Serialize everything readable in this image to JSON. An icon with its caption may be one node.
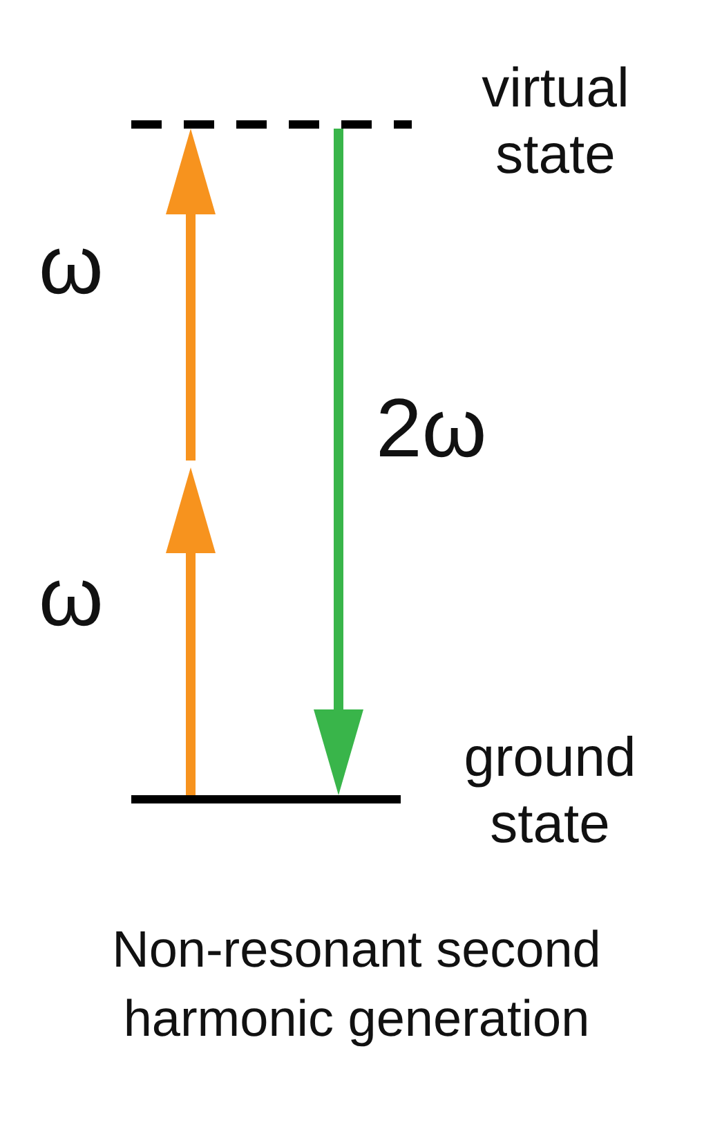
{
  "diagram": {
    "caption": "Non-resonant second harmonic generation",
    "nodes": [
      {
        "text": [],
        "shape": "bar",
        "beside": [
          "virtual state"
        ]
      },
      {
        "text": [],
        "shape": "bar",
        "beside": [
          "ground state"
        ]
      }
    ],
    "edges": [
      {
        "from": 1,
        "to": null,
        "arrow": "to",
        "label": "ω"
      },
      {
        "from": null,
        "to": 0,
        "arrow": "to",
        "label": "ω"
      },
      {
        "from": 0,
        "to": 1,
        "arrow": "to",
        "label": "2ω",
        "color": "#39b54a"
      }
    ]
  }
}
